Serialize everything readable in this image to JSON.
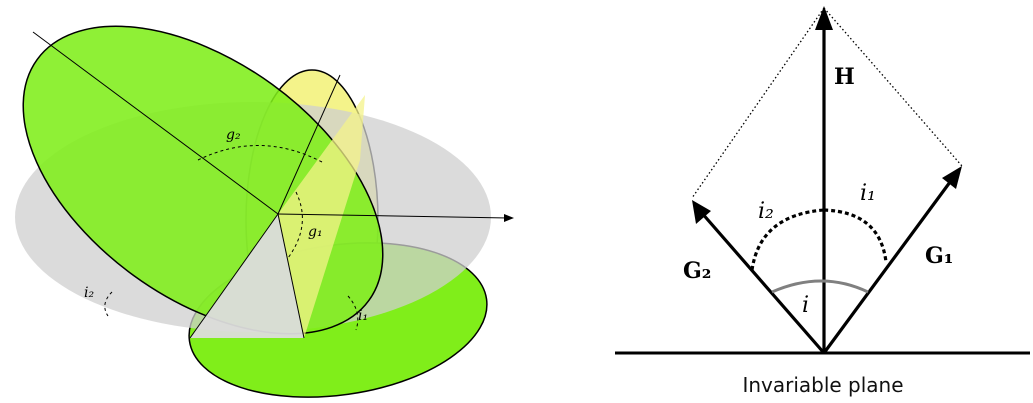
{
  "left_figure": {
    "label_g2": "g₂",
    "label_g1": "g₁",
    "label_i2": "i₂",
    "label_i1": "i₁"
  },
  "right_figure": {
    "label_H": "H",
    "label_i1": "i₁",
    "label_i2": "i₂",
    "label_i": "i",
    "label_G1": "G₁",
    "label_G2": "G₂",
    "caption": "Invariable plane"
  },
  "colors": {
    "green": "#80ee1a",
    "yellow": "#f4f38a",
    "grey_plane": "#d6d6d6"
  }
}
